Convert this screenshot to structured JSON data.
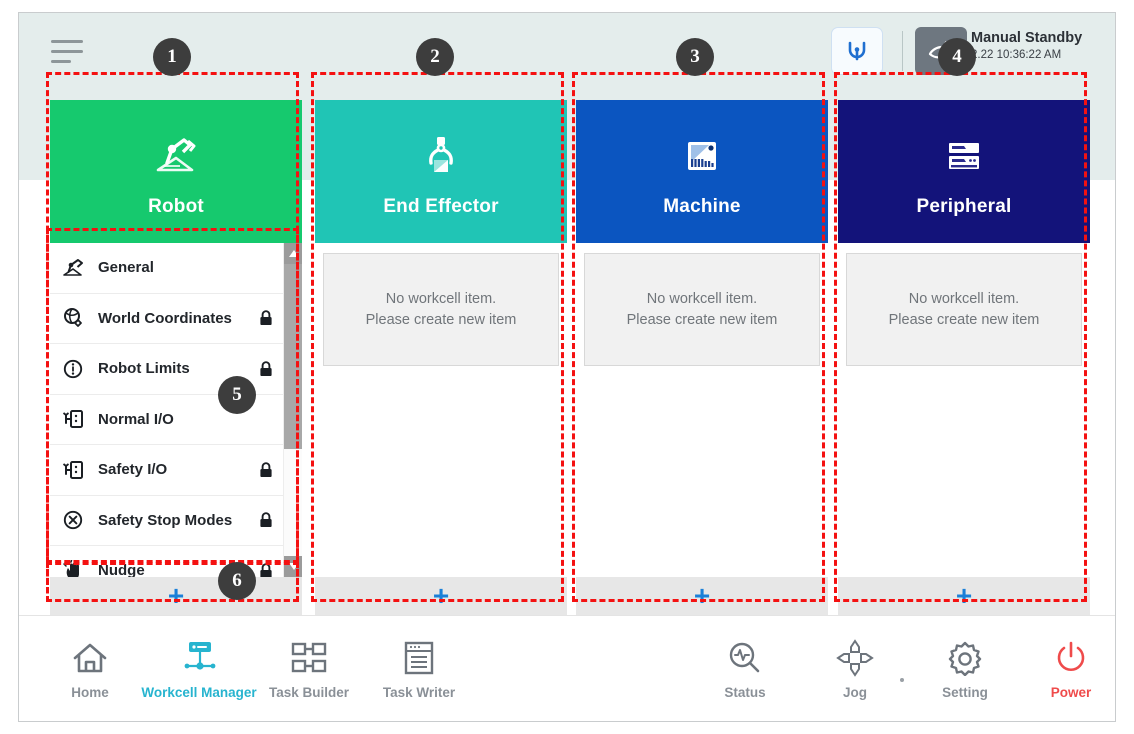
{
  "topbar": {
    "menu_icon": "hamburger-menu-icon",
    "robot_type_icon": "cobot-arc-icon",
    "mode_icon": "manual-hand-icon",
    "status_title": "Manual Standby",
    "status_time": "2.22 10:36:22 AM"
  },
  "columns": [
    {
      "id": "robot",
      "title": "Robot",
      "icon": "robot-arm-icon",
      "color": "#16c96e",
      "has_list": true,
      "add_label": "+",
      "items": [
        {
          "label": "General",
          "icon": "robot-arm-icon",
          "locked": false
        },
        {
          "label": "World Coordinates",
          "icon": "globe-axis-icon",
          "locked": true
        },
        {
          "label": "Robot Limits",
          "icon": "limits-circle-icon",
          "locked": true
        },
        {
          "label": "Normal I/O",
          "icon": "io-port-icon",
          "locked": false
        },
        {
          "label": "Safety I/O",
          "icon": "io-port-icon",
          "locked": true
        },
        {
          "label": "Safety Stop Modes",
          "icon": "stop-x-circle-icon",
          "locked": true
        },
        {
          "label": "Nudge",
          "icon": "nudge-hand-icon",
          "locked": true
        }
      ]
    },
    {
      "id": "end-effector",
      "title": "End Effector",
      "icon": "gripper-icon",
      "color": "#20c5b5",
      "has_list": false,
      "add_label": "+",
      "empty_line1": "No workcell item.",
      "empty_line2": "Please create new item"
    },
    {
      "id": "machine",
      "title": "Machine",
      "icon": "machine-icon",
      "color": "#0b55c0",
      "has_list": false,
      "add_label": "+",
      "empty_line1": "No workcell item.",
      "empty_line2": "Please create new item"
    },
    {
      "id": "peripheral",
      "title": "Peripheral",
      "icon": "peripheral-rack-icon",
      "color": "#13137a",
      "has_list": false,
      "add_label": "+",
      "empty_line1": "No workcell item.",
      "empty_line2": "Please create new item"
    }
  ],
  "bottomnav": [
    {
      "label": "Home",
      "icon": "home-icon",
      "active": false
    },
    {
      "label": "Workcell Manager",
      "icon": "workcell-icon",
      "active": true
    },
    {
      "label": "Task Builder",
      "icon": "task-builder-icon",
      "active": false
    },
    {
      "label": "Task Writer",
      "icon": "task-writer-icon",
      "active": false
    },
    {
      "label": "Status",
      "icon": "status-scope-icon",
      "active": false
    },
    {
      "label": "Jog",
      "icon": "jog-dpad-icon",
      "active": false
    },
    {
      "label": "Setting",
      "icon": "gear-icon",
      "active": false
    },
    {
      "label": "Power",
      "icon": "power-icon",
      "active": false
    }
  ],
  "annotations": [
    {
      "number": "1"
    },
    {
      "number": "2"
    },
    {
      "number": "3"
    },
    {
      "number": "4"
    },
    {
      "number": "5"
    },
    {
      "number": "6"
    }
  ]
}
